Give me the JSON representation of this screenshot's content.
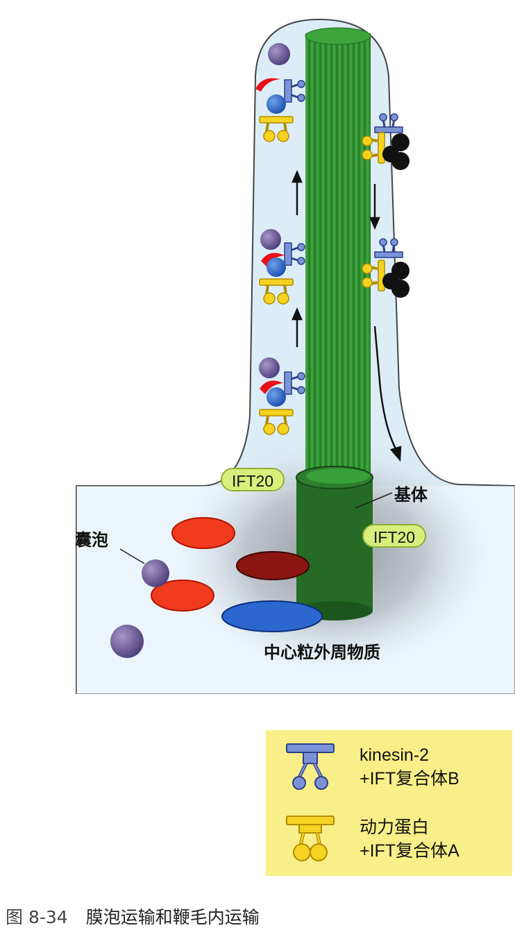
{
  "labels": {
    "ift20_left": "IFT20",
    "ift20_right": "IFT20",
    "basal_body": "基体",
    "vesicle": "囊泡",
    "pericentriolar": "中心粒外周物质"
  },
  "legend": {
    "items": [
      {
        "line1": "kinesin-2",
        "line2": "+IFT复合体B",
        "icon": "kinesin-ift-b-icon",
        "color": "#7b93d6"
      },
      {
        "line1": "动力蛋白",
        "line2": "+IFT复合体A",
        "icon": "dynein-ift-a-icon",
        "color": "#f6d321"
      }
    ]
  },
  "caption": {
    "number": "图 8-34",
    "text": "膜泡运输和鞭毛内运输"
  },
  "colors": {
    "axoneme": "#2e8b2e",
    "basal_body": "#256b25",
    "cytoplasm": "#dcedf7",
    "legend_bg": "#f9ef88"
  }
}
